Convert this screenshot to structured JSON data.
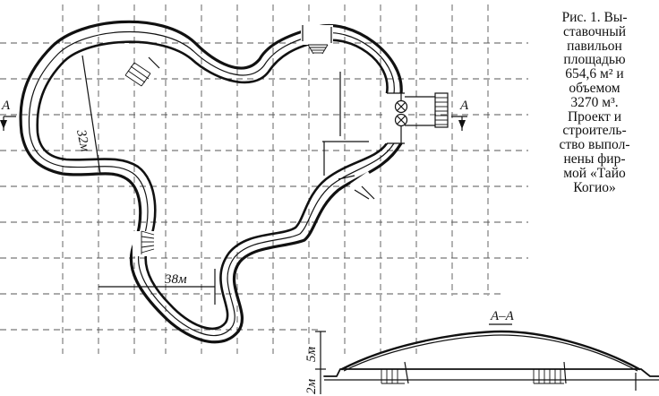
{
  "caption": {
    "lines": [
      "Рис. 1. Вы-",
      "ставочный",
      "павильон",
      "площадью",
      "654,6 м² и",
      "объемом",
      "3270 м³.",
      "Проект и",
      "строитель-",
      "ство выпол-",
      "нены фир-",
      "мой «Тайо",
      "Когио»"
    ]
  },
  "plan": {
    "dimension_width": "32м",
    "dimension_length": "38м",
    "section_mark_left": "А",
    "section_mark_right": "А"
  },
  "section": {
    "title": "А–А",
    "height_dome": "5м",
    "height_base": "2м"
  }
}
